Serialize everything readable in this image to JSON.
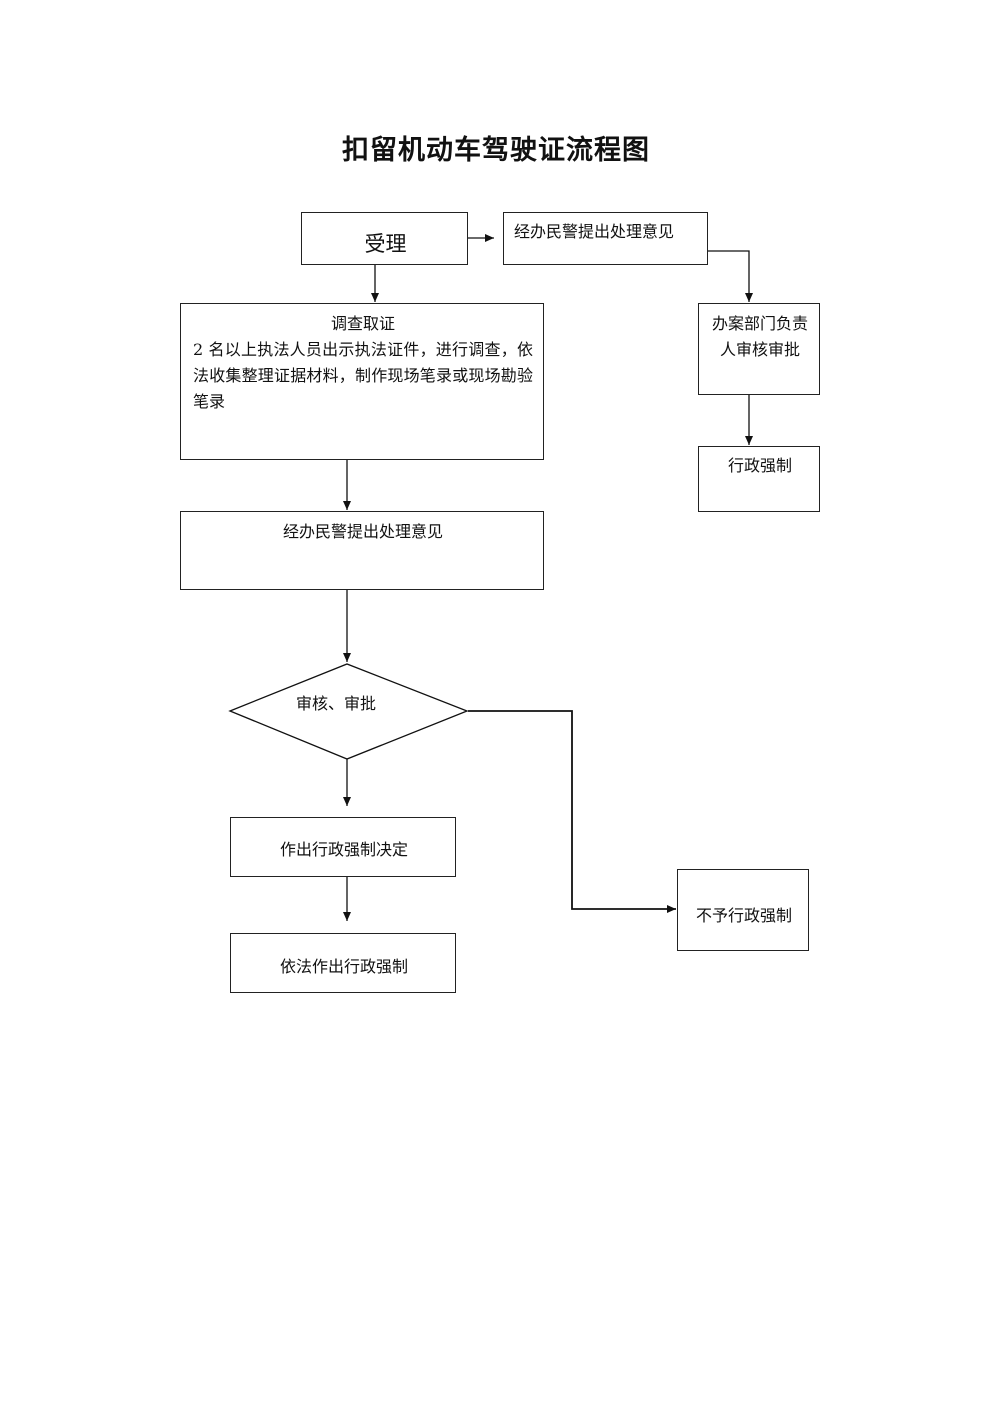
{
  "title": "扣留机动车驾驶证流程图",
  "nodes": {
    "accept": "受理",
    "officer_opinion_top": "经办民警提出处理意见",
    "dept_review": "办案部门负责人审核审批",
    "admin_enforce": "行政强制",
    "investigate_title": "调查取证",
    "investigate_body": "2 名以上执法人员出示执法证件，进行调查，依法收集整理证据材料，制作现场笔录或现场勘验笔录",
    "officer_opinion": "经办民警提出处理意见",
    "review_approve": "审核、审批",
    "decide": "作出行政强制决定",
    "enforce": "依法作出行政强制",
    "no_enforce": "不予行政强制"
  }
}
